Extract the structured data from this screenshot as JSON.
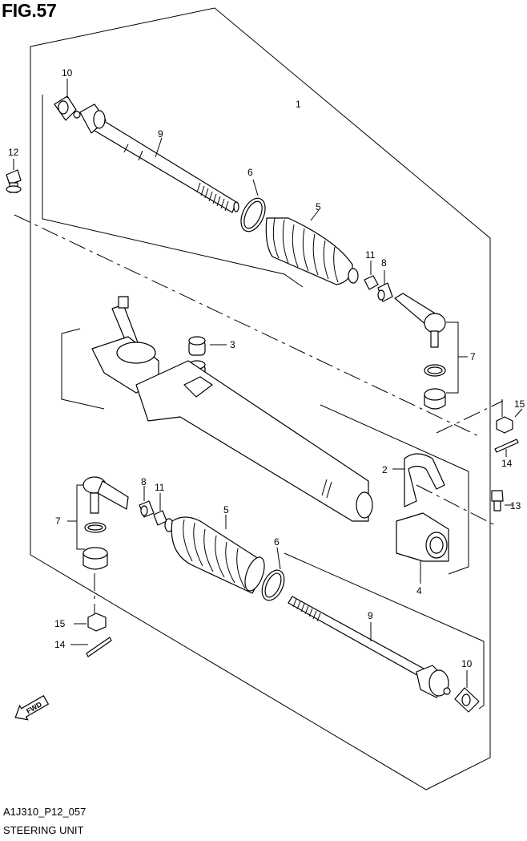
{
  "figure": {
    "title": "FIG.57"
  },
  "footer": {
    "code": "A1J310_P12_057",
    "name": "STEERING UNIT"
  },
  "direction_arrow": {
    "label": "FWD"
  },
  "callouts": {
    "p1": "1",
    "p2": "2",
    "p3": "3",
    "p4": "4",
    "p5a": "5",
    "p5b": "5",
    "p6a": "6",
    "p6b": "6",
    "p7a": "7",
    "p7b": "7",
    "p8a": "8",
    "p8b": "8",
    "p9a": "9",
    "p9b": "9",
    "p10a": "10",
    "p10b": "10",
    "p11a": "11",
    "p11b": "11",
    "p12": "12",
    "p13": "13",
    "p14a": "14",
    "p14b": "14",
    "p15a": "15",
    "p15b": "15"
  }
}
